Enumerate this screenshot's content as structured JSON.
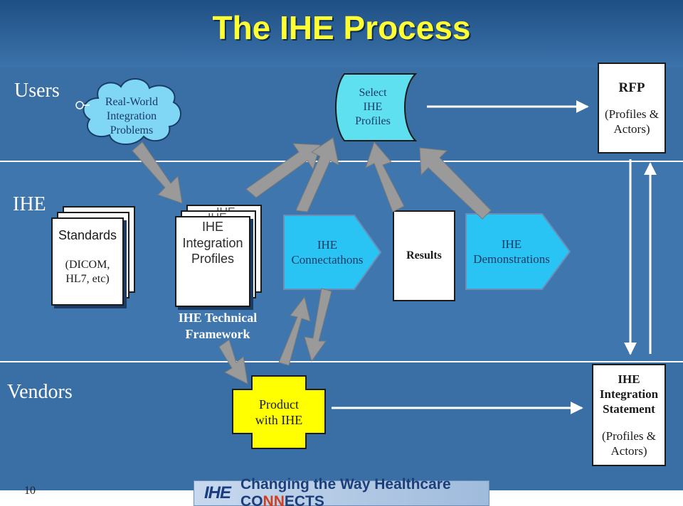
{
  "title": "The IHE Process",
  "rows": {
    "users": "Users",
    "ihe": "IHE",
    "vendors": "Vendors"
  },
  "cloud": {
    "line1": "Real-World",
    "line2": "Integration",
    "line3": "Problems"
  },
  "select_profiles": {
    "line1": "Select",
    "line2": "IHE",
    "line3": "Profiles"
  },
  "rfp": {
    "title": "RFP",
    "line1": "(Profiles &",
    "line2": "Actors)"
  },
  "standards": {
    "title": "Standards",
    "line1": "(DICOM,",
    "line2": "HL7, etc)"
  },
  "integration_profiles": {
    "line1": "IHE",
    "line2": "Integration",
    "line3": "Profiles",
    "ghost": "IHE"
  },
  "technical_framework": {
    "line1": "IHE Technical",
    "line2": "Framework"
  },
  "connectathons": {
    "line1": "IHE",
    "line2": "Connectathons"
  },
  "results": {
    "label": "Results"
  },
  "demonstrations": {
    "line1": "IHE",
    "line2": "Demonstrations"
  },
  "product": {
    "line1": "Product",
    "line2": "with IHE"
  },
  "statement": {
    "line1": "IHE",
    "line2": "Integration",
    "line3": "Statement",
    "line4": "(Profiles &",
    "line5": "Actors)"
  },
  "footer": {
    "logo": "IHE",
    "tagline_a": "Changing the Way Healthcare C",
    "tagline_o": "O",
    "tagline_nn": "NN",
    "tagline_b": "ECTS"
  },
  "page_number": "10",
  "colors": {
    "title": "#ffff33",
    "connect_blue": "#29c4f3",
    "product_yellow": "#ffff00",
    "arrow_gray": "#9a9a9a",
    "background": "#3a6fa6"
  }
}
